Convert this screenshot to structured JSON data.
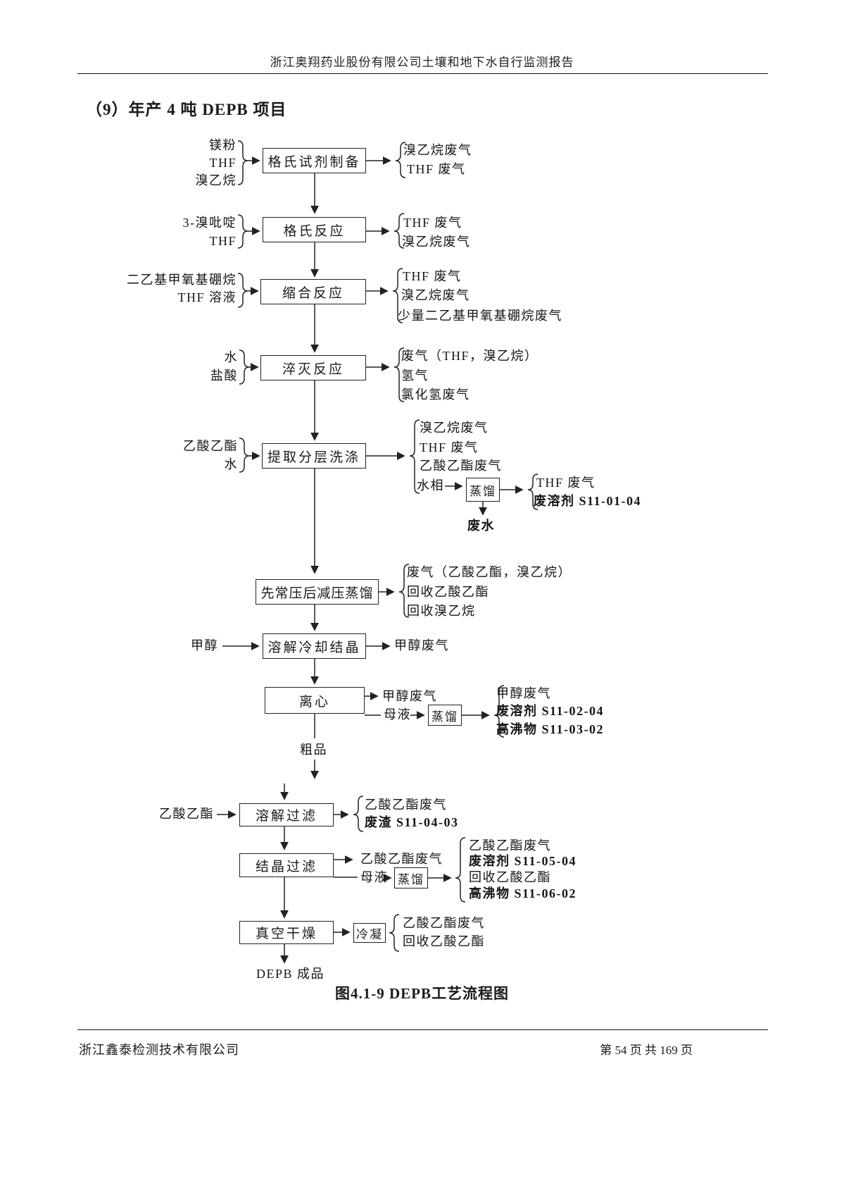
{
  "page": {
    "header_title": "浙江奥翔药业股份有限公司土壤和地下水自行监测报告",
    "section_title": "（9）年产 4 吨 DEPB 项目",
    "figure_caption": "图4.1-9 DEPB工艺流程图",
    "footer_company": "浙江鑫泰检测技术有限公司",
    "footer_page": "第 54 页 共 169 页"
  },
  "flow": {
    "boxes": {
      "grignard_prep": "格氏试剂制备",
      "grignard_reaction": "格氏反应",
      "condensation": "缩合反应",
      "quench": "淬灭反应",
      "extract_wash": "提取分层洗涤",
      "staged_distillation": "先常压后减压蒸馏",
      "dissolve_cool_cryst": "溶解冷却结晶",
      "centrifuge": "离心",
      "dissolve_filter": "溶解过滤",
      "cryst_filter": "结晶过滤",
      "vacuum_dry": "真空干燥",
      "distill_1": "蒸馏",
      "distill_2": "蒸馏",
      "distill_3": "蒸馏",
      "condense": "冷凝"
    },
    "inputs": {
      "mg_powder": "镁粉",
      "thf_1": "THF",
      "bromoethane": "溴乙烷",
      "bromopyridine": "3-溴吡啶",
      "thf_2": "THF",
      "borane": "二乙基甲氧基硼烷",
      "thf_solution": "THF 溶液",
      "water_1": "水",
      "hydrochloric_acid": "盐酸",
      "ethyl_acetate_1": "乙酸乙酯",
      "water_2": "水",
      "methanol": "甲醇",
      "ethyl_acetate_2": "乙酸乙酯"
    },
    "outputs": {
      "step1": [
        "溴乙烷废气",
        "THF 废气"
      ],
      "step2": [
        "THF 废气",
        "溴乙烷废气"
      ],
      "step3": [
        "THF 废气",
        "溴乙烷废气",
        "少量二乙基甲氧基硼烷废气"
      ],
      "step4": [
        "废气（THF，溴乙烷）",
        "氢气",
        "氯化氢废气"
      ],
      "step5": [
        "溴乙烷废气",
        "THF 废气",
        "乙酸乙酯废气",
        "水相"
      ],
      "distill1": [
        "THF 废气",
        "废溶剂 S11-01-04"
      ],
      "wastewater": "废水",
      "step6": [
        "废气（乙酸乙酯，溴乙烷）",
        "回收乙酸乙酯",
        "回收溴乙烷"
      ],
      "step7": [
        "甲醇废气"
      ],
      "step8": [
        "甲醇废气",
        "母液"
      ],
      "distill2": [
        "甲醇废气",
        "废溶剂 S11-02-04",
        "高沸物 S11-03-02"
      ],
      "crude_product": "粗品",
      "step9": [
        "乙酸乙酯废气",
        "废渣 S11-04-03"
      ],
      "step10": [
        "乙酸乙酯废气",
        "母液"
      ],
      "distill3": [
        "乙酸乙酯废气",
        "废溶剂 S11-05-04",
        "回收乙酸乙酯",
        "高沸物 S11-06-02"
      ],
      "condense": [
        "乙酸乙酯废气",
        "回收乙酸乙酯"
      ],
      "final_product": "DEPB 成品"
    }
  }
}
